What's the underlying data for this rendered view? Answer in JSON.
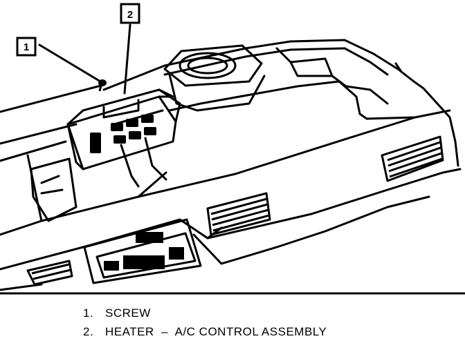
{
  "callouts": [
    {
      "number": "1"
    },
    {
      "number": "2"
    }
  ],
  "legend": [
    {
      "number": "1.",
      "text": "SCREW"
    },
    {
      "number": "2.",
      "text": "HEATER  –  A/C CONTROL ASSEMBLY"
    }
  ]
}
